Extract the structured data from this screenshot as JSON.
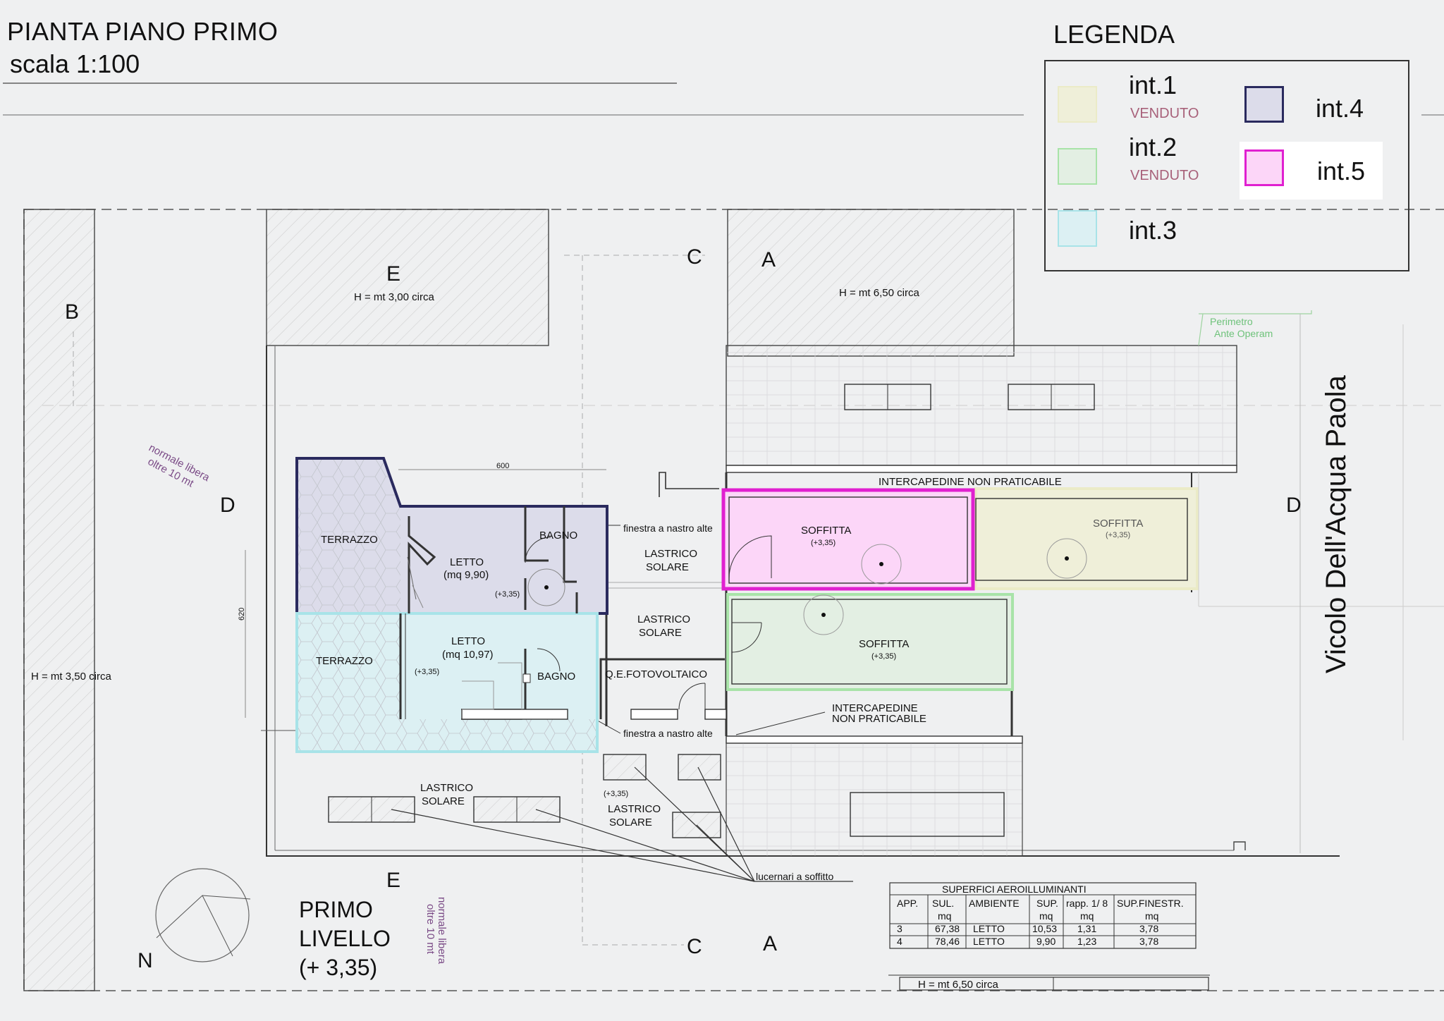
{
  "header": {
    "title": "PIANTA PIANO PRIMO",
    "scale": "scala 1:100"
  },
  "legend": {
    "title": "LEGENDA",
    "items": [
      {
        "label": "int.1",
        "status": "VENDUTO",
        "color": "#efefd9"
      },
      {
        "label": "int.2",
        "status": "VENDUTO",
        "color": "#e3efe3"
      },
      {
        "label": "int.3",
        "status": "",
        "color": "#dcf0f3"
      },
      {
        "label": "int.4",
        "status": "",
        "color": "#dcdcea"
      },
      {
        "label": "int.5",
        "status": "",
        "color": "#fcd6f8"
      }
    ]
  },
  "colors": {
    "int1_border": "#ebebc7",
    "int2_border": "#a8e3a8",
    "int3_border": "#a8e3e8",
    "int4_border": "#2a2a5e",
    "int5_border": "#e020d0",
    "sold_text": "#a8617a",
    "perimeter_text": "#6ec27a",
    "note_text": "#7a4a86"
  },
  "markers": {
    "b": "B",
    "e_top": "E",
    "e_bottom": "E",
    "c_top": "C",
    "c_bottom": "C",
    "a_top": "A",
    "a_bottom": "A",
    "d_left": "D",
    "d_right": "D",
    "north": "N"
  },
  "heights": {
    "e_top": "H = mt 3,00 circa",
    "a_top": "H = mt 6,50 circa",
    "left": "H = mt 3,50 circa",
    "bottom": "H = mt 6,50 circa"
  },
  "notes": {
    "normale_1": "normale libera",
    "normale_2": "oltre 10 mt",
    "perimetro_1": "Perimetro",
    "perimetro_2": "Ante Operam",
    "dim_600": "600",
    "dim_620": "620"
  },
  "street": "Vicolo Dell'Acqua Paola",
  "rooms": {
    "terrazzo_top": "TERRAZZO",
    "terrazzo_bottom": "TERRAZZO",
    "letto_top": "LETTO",
    "letto_top_area": "(mq 9,90)",
    "letto_bottom": "LETTO",
    "letto_bottom_area": "(mq 10,97)",
    "bagno_top": "BAGNO",
    "bagno_bottom": "BAGNO",
    "level_335": "(+3,35)",
    "lastrico": "LASTRICO",
    "solare": "SOLARE",
    "qe": "Q.E.FOTOVOLTAICO",
    "finestra": "finestra a nastro alte",
    "soffitta": "SOFFITTA",
    "intercapedine": "INTERCAPEDINE NON PRATICABILE",
    "intercapedine_1": "INTERCAPEDINE",
    "intercapedine_2": "NON PRATICABILE",
    "lucernari": "lucernari a soffitto"
  },
  "level": {
    "line1": "PRIMO",
    "line2": "LIVELLO",
    "line3": "(+ 3,35)"
  },
  "table": {
    "title": "SUPERFICI AEROILLUMINANTI",
    "headers": [
      "APP.",
      "SUL.",
      "AMBIENTE",
      "SUP.",
      "rapp. 1/ 8",
      "SUP.FINESTR."
    ],
    "units": [
      "",
      "mq",
      "",
      "mq",
      "mq",
      "mq"
    ],
    "rows": [
      [
        "3",
        "67,38",
        "LETTO",
        "10,53",
        "1,31",
        "3,78"
      ],
      [
        "4",
        "78,46",
        "LETTO",
        "9,90",
        "1,23",
        "3,78"
      ]
    ]
  }
}
